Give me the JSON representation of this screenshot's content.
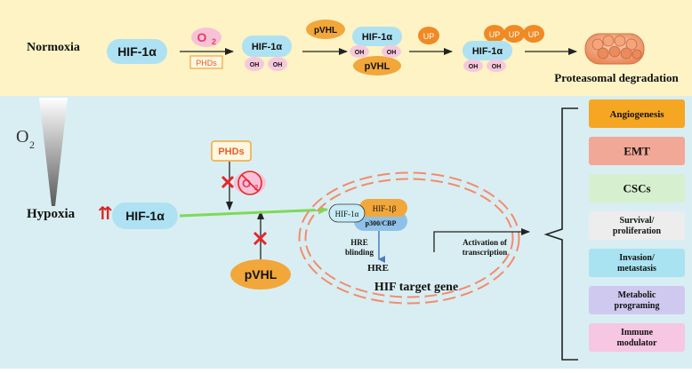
{
  "colors": {
    "normoxia_bg": "#fdf3c4",
    "hypoxia_bg": "#d9eef2",
    "hif_fill": "#aee2f2",
    "oh_fill": "#f6c8dc",
    "pvhl_fill": "#f2a73b",
    "up_fill": "#f08a24",
    "phd_border": "#f2a73b",
    "phd_text": "#ea5a2c",
    "o2_fill": "#f7c2d6",
    "o2_text": "#e43a6b",
    "cross": "#e8262b",
    "green_arrow": "#7ed957",
    "blue_arrow": "#4a7cc4",
    "nucleus_border": "#f28b6d"
  },
  "normoxia": {
    "label": "Normoxia",
    "hif1a": "HIF-1α",
    "o2_main": "O",
    "o2_sub": "2",
    "phds": "PHDs",
    "hif_complex_label": "HIF-1α",
    "oh": "OH",
    "pvhl": "pVHL",
    "up": "UP",
    "degradation": "Proteasomal degradation"
  },
  "gradient": {
    "o2_main": "O",
    "o2_sub": "2"
  },
  "hypoxia": {
    "label": "Hypoxia",
    "arrows": "⇈",
    "hif1a": "HIF-1α",
    "phds": "PHDs",
    "o2_main": "O",
    "o2_sub": "2",
    "pvhl": "pVHL"
  },
  "nucleus": {
    "hif1a": "HIF-1α",
    "hif1b": "HIF-1β",
    "p300": "p300/CBP",
    "hre_binding_line1": "HRE",
    "hre_binding_line2": "blinding",
    "hre": "HRE",
    "target_gene": "HIF target gene",
    "activation_line1": "Activation of",
    "activation_line2": "transcription"
  },
  "outcomes": [
    {
      "line1": "Angiogenesis",
      "line2": "",
      "fill": "#f5a623"
    },
    {
      "line1": "EMT",
      "line2": "",
      "fill": "#f2a897"
    },
    {
      "line1": "CSCs",
      "line2": "",
      "fill": "#d6f0cf"
    },
    {
      "line1": "Survival/",
      "line2": "proliferation",
      "fill": "#ededed"
    },
    {
      "line1": "Invasion/",
      "line2": "metastasis",
      "fill": "#a9e3f2"
    },
    {
      "line1": "Metabolic",
      "line2": "programing",
      "fill": "#cfc9ef"
    },
    {
      "line1": "Immune",
      "line2": "modulator",
      "fill": "#f6c6e3"
    }
  ]
}
